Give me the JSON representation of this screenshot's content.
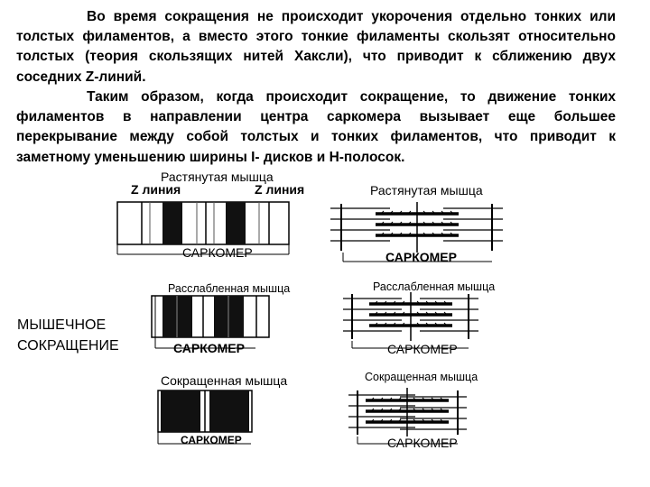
{
  "text": {
    "paragraph1": "Во время сокращения не происходит укорочения отдельно тонких или толстых филаментов, а вместо этого тонкие филаменты скользят относительно толстых (теория скользящих нитей Хаксли), что приводит к сближению двух соседних Z-линий.",
    "paragraph2": "Таким образом, когда происходит сокращение, то движение тонких филаментов в направлении центра саркомера вызывает еще большее перекрывание между собой толстых и тонких филаментов, что приводит к заметному уменьшению ширины I- дисков и Н-полосок."
  },
  "left_diagram": {
    "stretched_title": "Растянутая мышца",
    "z_line_left": "Z линия",
    "z_line_right": "Z линия",
    "stretched_sarcomere": "САРКОМЕР",
    "relaxed_title": "Расслабленная мышца",
    "relaxed_sarcomere": "САРКОМЕР",
    "contracted_title": "Сокращенная мышца",
    "contracted_sarcomere": "САРКОМЕР"
  },
  "side_label": {
    "line1": "МЫШЕЧНОЕ",
    "line2": "СОКРАЩЕНИЕ"
  },
  "right_diagram": {
    "stretched_title": "Растянутая мышца",
    "stretched_sarcomere": "САРКОМЕР",
    "relaxed_title": "Расслабленная мышца",
    "relaxed_sarcomere": "САРКОМЕР",
    "contracted_title": "Сокращенная мышца",
    "contracted_sarcomere": "САРКОМЕР"
  }
}
